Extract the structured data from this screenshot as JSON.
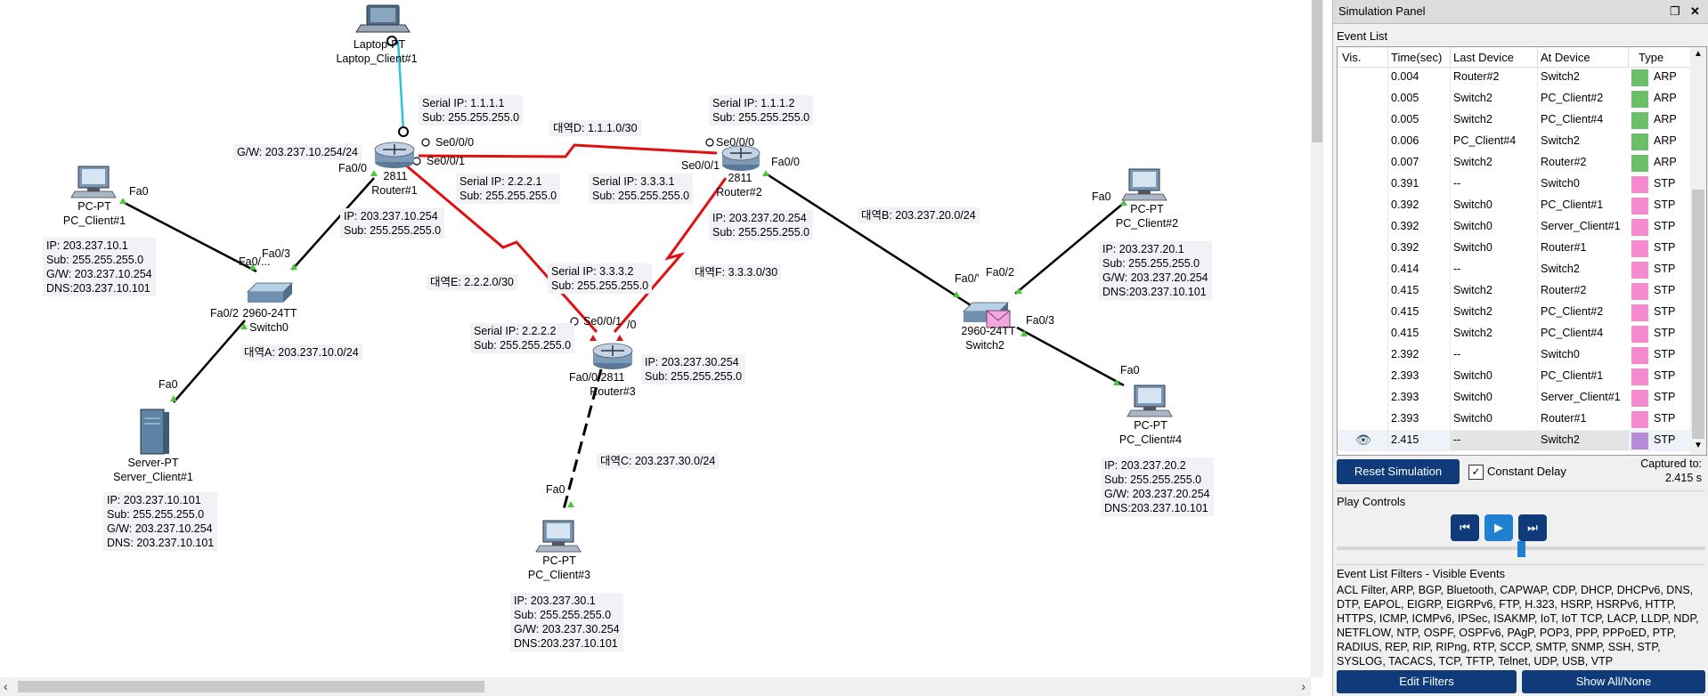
{
  "workspace": {
    "devices": {
      "laptop": {
        "model": "Laptop-PT",
        "name": "Laptop_Client#1"
      },
      "router1": {
        "model": "2811",
        "name": "Router#1"
      },
      "router2": {
        "model": "2811",
        "name": "Router#2"
      },
      "router3": {
        "model": "2811",
        "name": "Router#3"
      },
      "switch0": {
        "model": "2960-24TT",
        "name": "Switch0"
      },
      "switch2": {
        "model": "2960-24TT",
        "name": "Switch2"
      },
      "pc1": {
        "model": "PC-PT",
        "name": "PC_Client#1"
      },
      "pc2": {
        "model": "PC-PT",
        "name": "PC_Client#2"
      },
      "pc3": {
        "model": "PC-PT",
        "name": "PC_Client#3"
      },
      "pc4": {
        "model": "PC-PT",
        "name": "PC_Client#4"
      },
      "server": {
        "model": "Server-PT",
        "name": "Server_Client#1"
      }
    },
    "ports": {
      "r1_se000": "Se0/0/0",
      "r1_se001": "Se0/0/1",
      "r1_fa00": "Fa0/0",
      "r2_se000": "Se0/0/0",
      "r2_se001": "Se0/0/1",
      "r2_fa00": "Fa0/0",
      "r3_se001": "Se0/0/1",
      "r3_se000_frag": "/0",
      "r3_fa00": "Fa0/0",
      "sw0_fa03": "Fa0/3",
      "sw0_fa01": "Fa0/...",
      "sw0_fa02": "Fa0/2",
      "sw2_fa01": "Fa0/'",
      "sw2_fa02": "Fa0/2",
      "sw2_fa03": "Fa0/3",
      "pc1_fa0": "Fa0",
      "pc2_fa0": "Fa0",
      "pc3_fa0": "Fa0",
      "pc4_fa0": "Fa0",
      "server_fa0": "Fa0"
    },
    "notes": {
      "r1_serial_top": [
        "Serial IP: 1.1.1.1",
        "Sub: 255.255.255.0"
      ],
      "r2_serial_top": [
        "Serial IP: 1.1.1.2",
        "Sub: 255.255.255.0"
      ],
      "r1_serial_e": [
        "Serial IP: 2.2.2.1",
        "Sub: 255.255.255.0"
      ],
      "r2_serial_f": [
        "Serial IP: 3.3.3.1",
        "Sub: 255.255.255.0"
      ],
      "r3_serial_f": [
        "Serial IP: 3.3.3.2",
        "Sub: 255.255.255.0"
      ],
      "r3_serial_e": [
        "Serial IP: 2.2.2.2",
        "Sub: 255.255.255.0"
      ],
      "r1_lan": [
        "IP: 203.237.10.254",
        "Sub: 255.255.255.0"
      ],
      "r2_lan": [
        "IP: 203.237.20.254",
        "Sub: 255.255.255.0"
      ],
      "r3_lan": [
        "IP: 203.237.30.254",
        "Sub: 255.255.255.0"
      ],
      "pc1": [
        "IP: 203.237.10.1",
        "Sub: 255.255.255.0",
        "G/W: 203.237.10.254",
        "DNS:203.237.10.101"
      ],
      "server": [
        "IP: 203.237.10.101",
        "Sub: 255.255.255.0",
        "G/W: 203.237.10.254",
        "DNS: 203.237.10.101"
      ],
      "pc2": [
        "IP: 203.237.20.1",
        "Sub: 255.255.255.0",
        "G/W: 203.237.20.254",
        "DNS:203.237.10.101"
      ],
      "pc4": [
        "IP: 203.237.20.2",
        "Sub: 255.255.255.0",
        "G/W: 203.237.20.254",
        "DNS:203.237.10.101"
      ],
      "pc3": [
        "IP: 203.237.30.1",
        "Sub: 255.255.255.0",
        "G/W: 203.237.30.254",
        "DNS:203.237.10.101"
      ],
      "gw_top": "G/W: 203.237.10.254/24",
      "zone_d": "대역D: 1.1.1.0/30",
      "zone_e": "대역E: 2.2.2.0/30",
      "zone_f": "대역F: 3.3.3.0/30",
      "zone_a": "대역A: 203.237.10.0/24",
      "zone_b": "대역B: 203.237.20.0/24",
      "zone_c": "대역C: 203.237.30.0/24"
    }
  },
  "panel": {
    "title": "Simulation Panel",
    "event_list_label": "Event List",
    "columns": [
      "Vis.",
      "Time(sec)",
      "Last Device",
      "At Device",
      "Type"
    ],
    "events": [
      {
        "time": "0.004",
        "last": "Router#2",
        "at": "Switch2",
        "type": "ARP",
        "color": "#6abf69"
      },
      {
        "time": "0.005",
        "last": "Switch2",
        "at": "PC_Client#2",
        "type": "ARP",
        "color": "#6abf69"
      },
      {
        "time": "0.005",
        "last": "Switch2",
        "at": "PC_Client#4",
        "type": "ARP",
        "color": "#6abf69"
      },
      {
        "time": "0.006",
        "last": "PC_Client#4",
        "at": "Switch2",
        "type": "ARP",
        "color": "#6abf69"
      },
      {
        "time": "0.007",
        "last": "Switch2",
        "at": "Router#2",
        "type": "ARP",
        "color": "#6abf69"
      },
      {
        "time": "0.391",
        "last": "--",
        "at": "Switch0",
        "type": "STP",
        "color": "#f58ad0"
      },
      {
        "time": "0.392",
        "last": "Switch0",
        "at": "PC_Client#1",
        "type": "STP",
        "color": "#f58ad0"
      },
      {
        "time": "0.392",
        "last": "Switch0",
        "at": "Server_Client#1",
        "type": "STP",
        "color": "#f58ad0"
      },
      {
        "time": "0.392",
        "last": "Switch0",
        "at": "Router#1",
        "type": "STP",
        "color": "#f58ad0"
      },
      {
        "time": "0.414",
        "last": "--",
        "at": "Switch2",
        "type": "STP",
        "color": "#f58ad0"
      },
      {
        "time": "0.415",
        "last": "Switch2",
        "at": "Router#2",
        "type": "STP",
        "color": "#f58ad0"
      },
      {
        "time": "0.415",
        "last": "Switch2",
        "at": "PC_Client#2",
        "type": "STP",
        "color": "#f58ad0"
      },
      {
        "time": "0.415",
        "last": "Switch2",
        "at": "PC_Client#4",
        "type": "STP",
        "color": "#f58ad0"
      },
      {
        "time": "2.392",
        "last": "--",
        "at": "Switch0",
        "type": "STP",
        "color": "#f58ad0"
      },
      {
        "time": "2.393",
        "last": "Switch0",
        "at": "PC_Client#1",
        "type": "STP",
        "color": "#f58ad0"
      },
      {
        "time": "2.393",
        "last": "Switch0",
        "at": "Server_Client#1",
        "type": "STP",
        "color": "#f58ad0"
      },
      {
        "time": "2.393",
        "last": "Switch0",
        "at": "Router#1",
        "type": "STP",
        "color": "#f58ad0"
      },
      {
        "time": "2.415",
        "last": "--",
        "at": "Switch2",
        "type": "STP",
        "color": "#b58ad6",
        "visible": true
      }
    ],
    "reset_label": "Reset Simulation",
    "constant_delay_label": "Constant Delay",
    "constant_delay_checked": true,
    "captured_label": "Captured to:",
    "captured_value": "2.415 s",
    "play_controls_label": "Play Controls",
    "filters_label": "Event List Filters - Visible Events",
    "filters_text": "ACL Filter, ARP, BGP, Bluetooth, CAPWAP, CDP, DHCP, DHCPv6, DNS, DTP, EAPOL, EIGRP, EIGRPv6, FTP, H.323, HSRP, HSRPv6, HTTP, HTTPS, ICMP, ICMPv6, IPSec, ISAKMP, IoT, IoT TCP, LACP, LLDP, NDP, NETFLOW, NTP, OSPF, OSPFv6, PAgP, POP3, PPP, PPPoED, PTP, RADIUS, REP, RIP, RIPng, RTP, SCCP, SMTP, SNMP, SSH, STP, SYSLOG, TACACS, TCP, TFTP, Telnet, UDP, USB, VTP",
    "edit_filters_label": "Edit Filters",
    "show_all_label": "Show All/None"
  }
}
